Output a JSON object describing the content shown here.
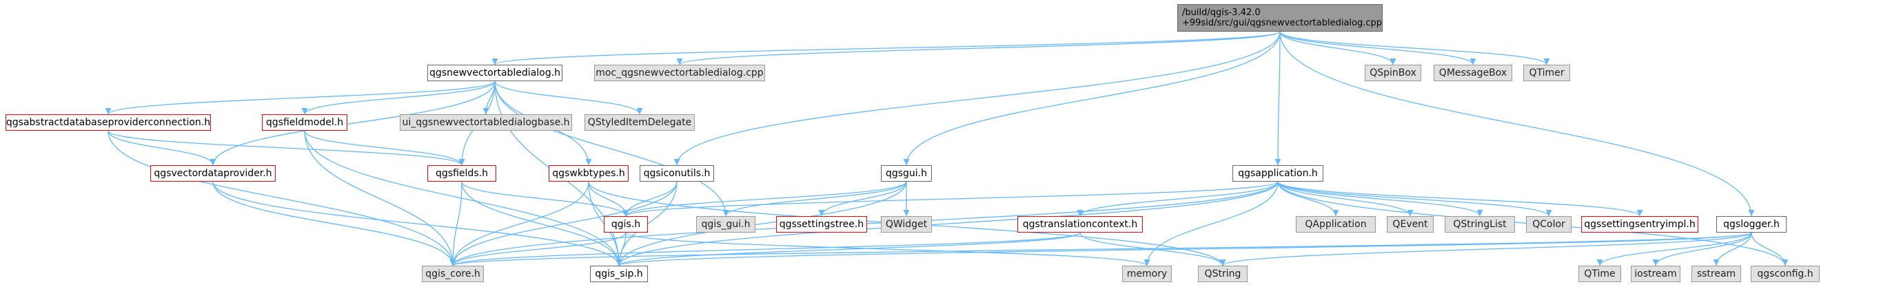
{
  "nodes": {
    "root_line1": "/build/qgis-3.42.0",
    "root_line2": "+99sid/src/gui/qgsnewvectortabledialog.cpp",
    "qgsnewvectortabledialog_h": "qgsnewvectortabledialog.h",
    "moc_cpp": "moc_qgsnewvectortabledialog.cpp",
    "qspinbox": "QSpinBox",
    "qmessagebox": "QMessageBox",
    "qtimer": "QTimer",
    "qgsabstractdatabaseproviderconnection_h": "qgsabstractdatabaseproviderconnection.h",
    "qgsfieldmodel_h": "qgsfieldmodel.h",
    "ui_base_h": "ui_qgsnewvectortabledialogbase.h",
    "qstyleditemdelegate": "QStyledItemDelegate",
    "qgsvectordataprovider_h": "qgsvectordataprovider.h",
    "qgsfields_h": "qgsfields.h",
    "qgswkbtypes_h": "qgswkbtypes.h",
    "qgsiconutils_h": "qgsiconutils.h",
    "qgsgui_h": "qgsgui.h",
    "qgsapplication_h": "qgsapplication.h",
    "qgis_h": "qgis.h",
    "qgis_gui_h": "qgis_gui.h",
    "qgssettingstree_h": "qgssettingstree.h",
    "qwidget": "QWidget",
    "qgstranslationcontext_h": "qgstranslationcontext.h",
    "qapplication": "QApplication",
    "qevent": "QEvent",
    "qstringlist": "QStringList",
    "qcolor": "QColor",
    "qgssettingsentryimpl_h": "qgssettingsentryimpl.h",
    "qgslogger_h": "qgslogger.h",
    "qgis_core_h": "qgis_core.h",
    "qgis_sip_h": "qgis_sip.h",
    "memory": "memory",
    "qstring": "QString",
    "qtime": "QTime",
    "iostream": "iostream",
    "sstream": "sstream",
    "qgsconfig_h": "qgsconfig.h"
  },
  "colors": {
    "edge": "#63b8ff",
    "edge_alt": "#8aa4c8",
    "node_border": "#666666",
    "red_border": "#ff0000",
    "external_fill": "#e0e0e0",
    "root_fill": "#999999"
  }
}
